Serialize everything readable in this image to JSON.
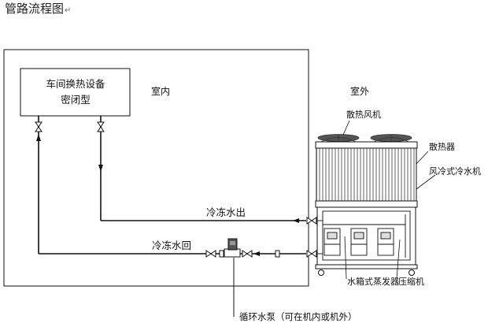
{
  "title": "管路流程图",
  "title_mark": "↵",
  "equipment": {
    "line1": "车间换热设备",
    "line2": "密闭型"
  },
  "labels": {
    "indoor": "室内",
    "outdoor": "室外",
    "supply": "冷冻水出",
    "return": "冷冻水回",
    "fan": "散热风机",
    "radiator": "散热器",
    "chiller": "风冷式冷水机",
    "evaporator": "水箱式蒸发器",
    "compressor": "压缩机",
    "pump": "循环水泵（可在机内或机外）"
  },
  "colors": {
    "line": "#111111",
    "fin": "#9a9a9a",
    "fan": "#555555"
  }
}
